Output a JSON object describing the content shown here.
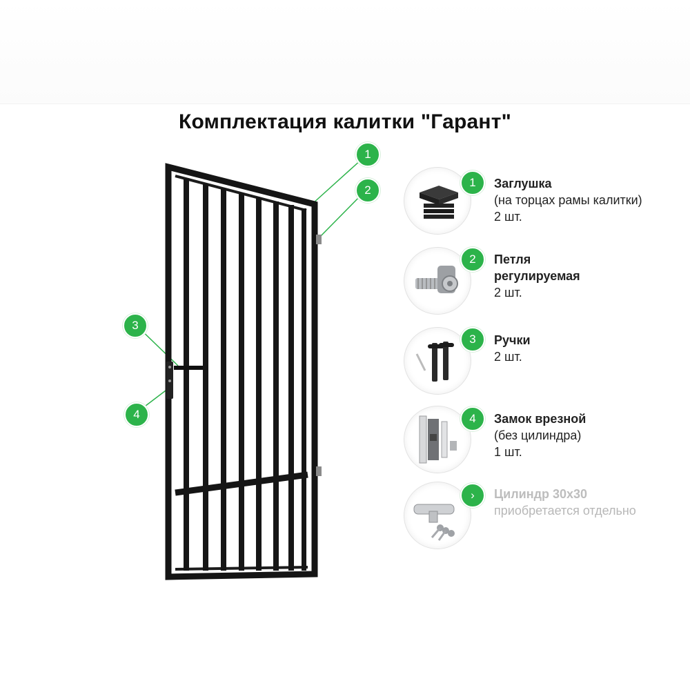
{
  "title": "Комплектация калитки \"Гарант\"",
  "accent_color": "#2cb34a",
  "gate_markers": [
    {
      "label": "1"
    },
    {
      "label": "2"
    },
    {
      "label": "3"
    },
    {
      "label": "4"
    }
  ],
  "items": [
    {
      "marker": "1",
      "name": "Заглушка",
      "desc": [
        "(на торцах рамы калитки)",
        "2 шт."
      ],
      "icon": "plug-cap-icon"
    },
    {
      "marker": "2",
      "name": "Петля",
      "desc_bold": "регулируемая",
      "desc": [
        "2 шт."
      ],
      "icon": "adjustable-hinge-icon"
    },
    {
      "marker": "3",
      "name": "Ручки",
      "desc": [
        "2 шт."
      ],
      "icon": "door-handles-icon"
    },
    {
      "marker": "4",
      "name": "Замок врезной",
      "desc": [
        "(без цилиндра)",
        "1 шт."
      ],
      "icon": "mortise-lock-icon"
    },
    {
      "marker": "›",
      "name": "Цилиндр 30х30",
      "desc": [
        "приобретается отдельно"
      ],
      "icon": "lock-cylinder-icon"
    }
  ]
}
